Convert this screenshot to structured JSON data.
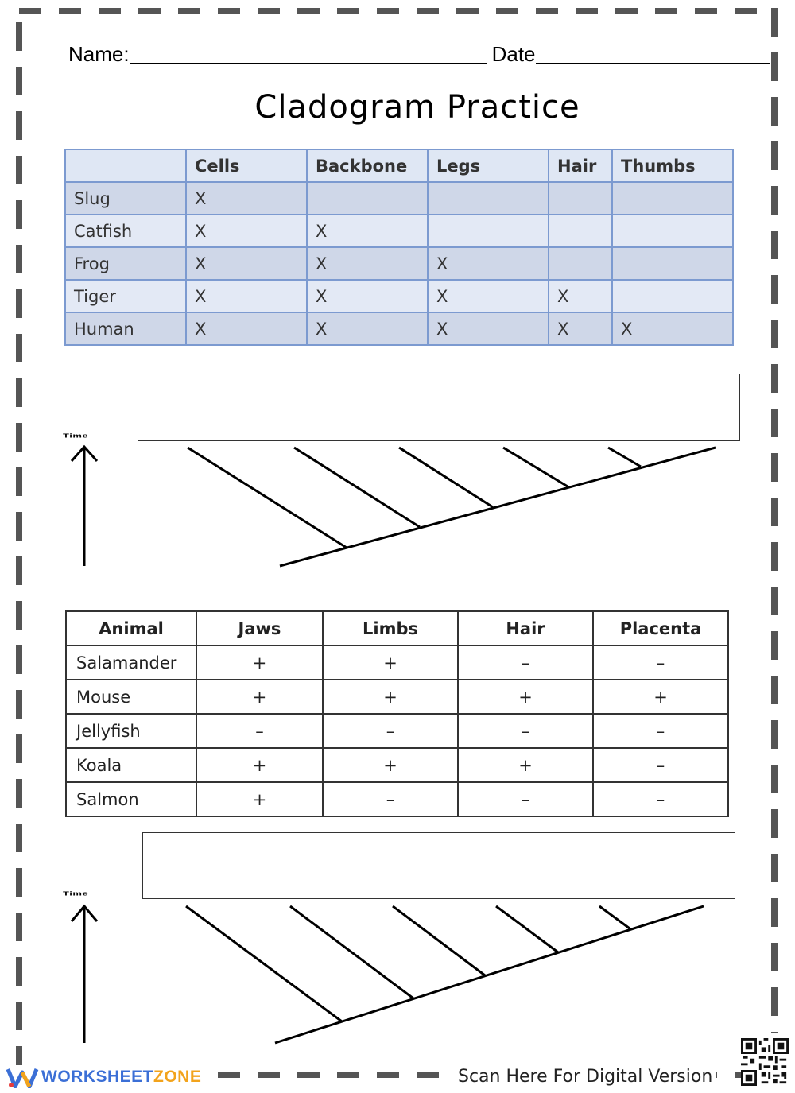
{
  "header": {
    "name_label": "Name:",
    "date_label": "Date"
  },
  "title": "Cladogram Practice",
  "table1": {
    "headers": [
      "",
      "Cells",
      "Backbone",
      "Legs",
      "Hair",
      "Thumbs"
    ],
    "rows": [
      [
        "Slug",
        "X",
        "",
        "",
        "",
        ""
      ],
      [
        "Catfish",
        "X",
        "X",
        "",
        "",
        ""
      ],
      [
        "Frog",
        "X",
        "X",
        "X",
        "",
        ""
      ],
      [
        "Tiger",
        "X",
        "X",
        "X",
        "X",
        ""
      ],
      [
        "Human",
        "X",
        "X",
        "X",
        "X",
        "X"
      ]
    ]
  },
  "cladogram1": {
    "time_label": "Time"
  },
  "table2": {
    "headers": [
      "Animal",
      "Jaws",
      "Limbs",
      "Hair",
      "Placenta"
    ],
    "rows": [
      [
        "Salamander",
        "+",
        "+",
        "–",
        "–"
      ],
      [
        "Mouse",
        "+",
        "+",
        "+",
        "+"
      ],
      [
        "Jellyfish",
        "–",
        "–",
        "–",
        "–"
      ],
      [
        "Koala",
        "+",
        "+",
        "+",
        "–"
      ],
      [
        "Salmon",
        "+",
        "–",
        "–",
        "–"
      ]
    ]
  },
  "cladogram2": {
    "time_label": "Time"
  },
  "footer": {
    "logo_part1": "WORKSHEET",
    "logo_part2": "ZONE",
    "scan_text": "Scan Here For Digital Version"
  },
  "colors": {
    "table1_border": "#7c9ad0",
    "table1_header_bg": "#dfe7f4",
    "logo_blue": "#3b6fd6",
    "logo_orange": "#f2a31c"
  }
}
